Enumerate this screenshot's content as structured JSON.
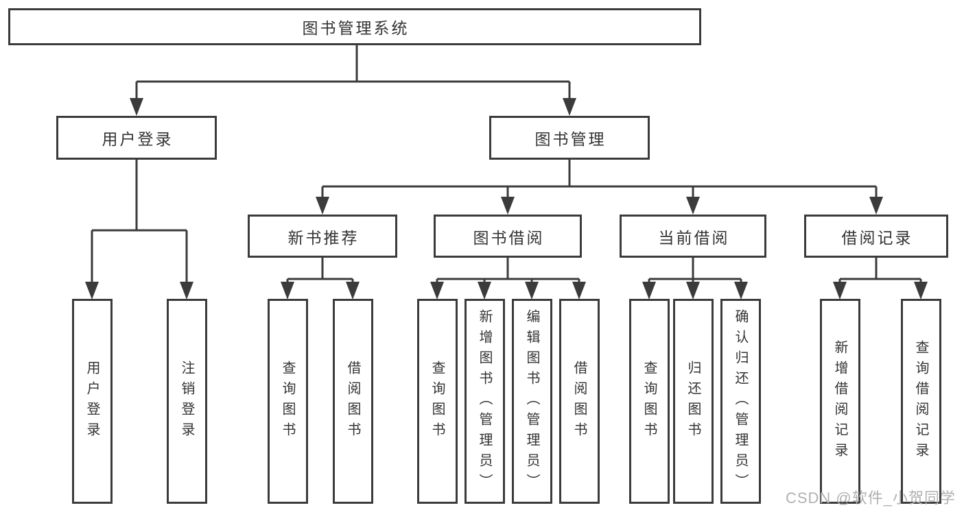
{
  "colors": {
    "line": "#3b3b3b",
    "text": "#333333",
    "watermark": "#b0b0b0",
    "background": "#ffffff"
  },
  "tree": {
    "root": "图书管理系统",
    "branches": [
      {
        "label": "用户登录",
        "children": [
          "用户登录",
          "注销登录"
        ]
      },
      {
        "label": "图书管理",
        "children": [
          {
            "label": "新书推荐",
            "children": [
              "查询图书",
              "借阅图书"
            ]
          },
          {
            "label": "图书借阅",
            "children": [
              "查询图书",
              "新增图书（管理员）",
              "编辑图书（管理员）",
              "借阅图书"
            ]
          },
          {
            "label": "当前借阅",
            "children": [
              "查询图书",
              "归还图书",
              "确认归还（管理员）"
            ]
          },
          {
            "label": "借阅记录",
            "children": [
              "新增借阅记录",
              "查询借阅记录"
            ]
          }
        ]
      }
    ]
  },
  "watermark": "CSDN @软件_小贺同学"
}
